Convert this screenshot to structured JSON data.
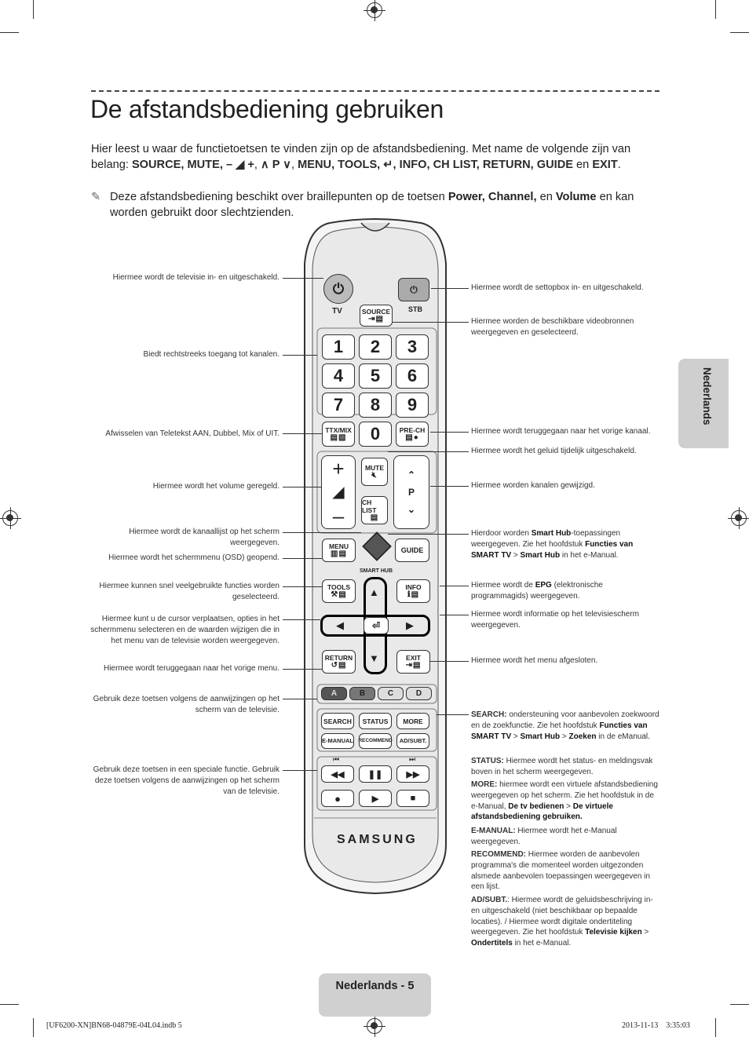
{
  "title": "De afstandsbediening gebruiken",
  "intro": {
    "text_a": "Hier leest u waar de functietoetsen te vinden zijn op de afstandsbediening. Met name de volgende zijn van belang: ",
    "keys_a": "SOURCE, MUTE, ",
    "vol_key": "– ◢ +",
    "sep1": ", ",
    "ch_key": "∧ P ∨",
    "sep2": ", ",
    "keys_b": "MENU, TOOLS, ",
    "enter_key": "↵",
    "keys_c": ", INFO, CH LIST, RETURN, GUIDE",
    "en": " en ",
    "keys_d": "EXIT",
    "end": "."
  },
  "note": {
    "text_a": "Deze afstandsbediening beschikt over braillepunten op de toetsen ",
    "keys": "Power, Channel,",
    "en": " en ",
    "volume": "Volume",
    "text_b": " en kan worden gebruikt door slechtzienden."
  },
  "side_tab": "Nederlands",
  "left_labels": {
    "power": "Hiermee wordt de televisie in- en uitgeschakeld.",
    "numbers": "Biedt rechtstreeks toegang tot kanalen.",
    "ttx": "Afwisselen van Teletekst AAN, Dubbel, Mix of UIT.",
    "volume": "Hiermee wordt het volume geregeld.",
    "chlist": "Hiermee wordt de kanaallijst op het scherm weergegeven.",
    "menu": "Hiermee wordt het schermmenu (OSD) geopend.",
    "tools": "Hiermee kunnen snel veelgebruikte functies worden geselecteerd.",
    "cursor": "Hiermee kunt u de cursor verplaatsen, opties in het schermmenu selecteren en de waarden wijzigen die in het menu van de televisie worden weergegeven.",
    "return": "Hiermee wordt teruggegaan naar het vorige menu.",
    "color": "Gebruik deze toetsen volgens de aanwijzingen op het scherm van de televisie.",
    "media": "Gebruik deze toetsen in een speciale functie. Gebruik deze toetsen volgens de aanwijzingen op het scherm van de televisie."
  },
  "right_labels": {
    "stb": "Hiermee wordt de settopbox in- en uitgeschakeld.",
    "source": "Hiermee worden de beschikbare videobronnen weergegeven en geselecteerd.",
    "prech": "Hiermee wordt teruggegaan naar het vorige kanaal.",
    "mute": "Hiermee wordt het geluid tijdelijk uitgeschakeld.",
    "channel": "Hiermee worden kanalen gewijzigd.",
    "smarthub_a": "Hierdoor worden ",
    "smarthub_b": "Smart Hub",
    "smarthub_c": "-toepassingen weergegeven. Zie het hoofdstuk ",
    "smarthub_d": "Functies van SMART TV",
    "smarthub_e": " > ",
    "smarthub_f": "Smart Hub",
    "smarthub_g": " in het e-Manual.",
    "guide_a": "Hiermee wordt de ",
    "guide_b": "EPG",
    "guide_c": " (elektronische programmagids) weergegeven.",
    "info": "Hiermee wordt informatie op het televisiescherm weergegeven.",
    "exit": "Hiermee wordt het menu afgesloten.",
    "search_k": "SEARCH:",
    "search_t": " ondersteuning voor aanbevolen zoekwoord en de zoekfunctie. Zie het hoofdstuk ",
    "search_p1": "Functies van SMART TV",
    "search_gt1": " > ",
    "search_p2": "Smart Hub",
    "search_gt2": " > ",
    "search_p3": "Zoeken",
    "search_end": " in de eManual.",
    "status_k": "STATUS:",
    "status_t": " Hiermee wordt het status- en meldingsvak boven in het scherm weergegeven.",
    "more_k": "MORE:",
    "more_t": " hiermee wordt een virtuele afstandsbediening weergegeven op het scherm. Zie het hoofdstuk in de e-Manual, ",
    "more_p1": "De tv bedienen",
    "more_gt": " > ",
    "more_p2": "De virtuele afstandsbediening gebruiken.",
    "emanual_k": "E-MANUAL:",
    "emanual_t": " Hiermee wordt het e-Manual weergegeven.",
    "recommend_k": "RECOMMEND:",
    "recommend_t": " Hiermee worden de aanbevolen programma's die momenteel worden uitgezonden alsmede aanbevolen toepassingen weergegeven in een lijst.",
    "adsubt_k": "AD/SUBT.",
    "adsubt_t": ": Hiermee wordt de geluidsbeschrijving in- en uitgeschakeld (niet beschikbaar op bepaalde locaties). / Hiermee wordt digitale ondertiteling weergegeven. Zie het hoofdstuk ",
    "adsubt_p1": "Televisie kijken",
    "adsubt_gt": " > ",
    "adsubt_p2": "Ondertitels",
    "adsubt_end": " in het e-Manual."
  },
  "remote": {
    "tv": "TV",
    "stb": "STB",
    "source": "SOURCE",
    "digits": [
      "1",
      "2",
      "3",
      "4",
      "5",
      "6",
      "7",
      "8",
      "9"
    ],
    "zero": "0",
    "ttx": "TTX/MIX",
    "prech": "PRE-CH",
    "mute": "MUTE",
    "chlist": "CH LIST",
    "p": "P",
    "menu": "MENU",
    "guide": "GUIDE",
    "smarthub": "SMART HUB",
    "tools": "TOOLS",
    "info": "INFO",
    "return": "RETURN",
    "exit": "EXIT",
    "colors": [
      "A",
      "B",
      "C",
      "D"
    ],
    "search": "SEARCH",
    "status": "STATUS",
    "more": "MORE",
    "emanual": "E-MANUAL",
    "recommend": "RECOMMEND",
    "adsubt": "AD/SUBT.",
    "brand": "SAMSUNG"
  },
  "footer": "Nederlands - 5",
  "print_left": "[UF6200-XN]BN68-04879E-04L04.indb   5",
  "print_right": "2013-11-13     3:35:03"
}
